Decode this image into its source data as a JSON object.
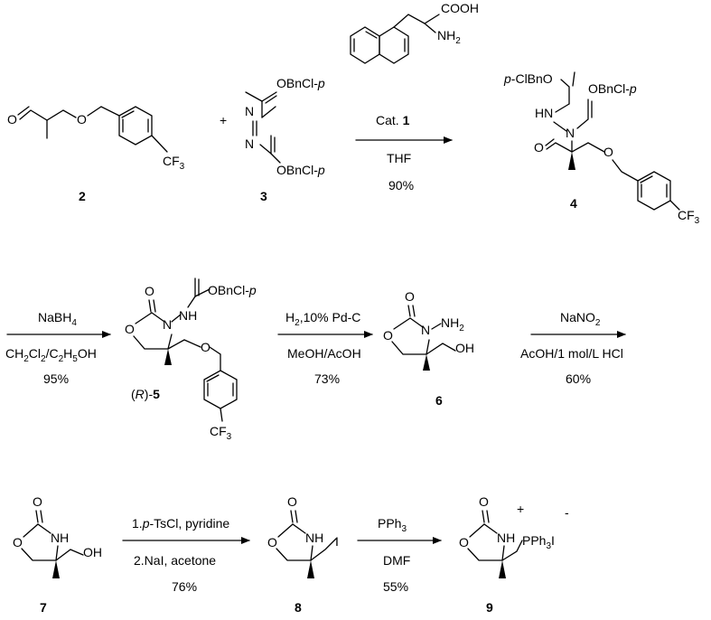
{
  "scheme": {
    "row1": {
      "compound_2": {
        "label_O": "O",
        "label_CF3": "CF3",
        "number": "2"
      },
      "plus": "+",
      "compound_3": {
        "group_top": "OBnCl-p",
        "group_bottom": "OBnCl-p",
        "label_N1": "N",
        "label_N2": "N",
        "number": "3"
      },
      "catalyst": {
        "cooh": "COOH",
        "nh2": "NH2"
      },
      "arrow1": {
        "above": "Cat. 1",
        "below_solvent": "THF",
        "yield": "90%"
      },
      "compound_4": {
        "group_left": "p-ClBnO",
        "group_right": "OBnCl-p",
        "label_HN": "HN",
        "label_N": "N",
        "label_O_ald": "O",
        "label_O_ether": "O",
        "label_CF3": "CF3",
        "number": "4"
      }
    },
    "row2": {
      "arrow2": {
        "reagent": "NaBH4",
        "solvent": "CH2Cl2/C2H5OH",
        "yield": "95%"
      },
      "compound_5": {
        "group": "OBnCl-p",
        "label_NH": "NH",
        "label_N": "N",
        "label_O_ring": "O",
        "label_O_carbonyl": "O",
        "label_O_ether": "O",
        "label_CF3": "CF3",
        "number": "(R)-5"
      },
      "arrow3": {
        "reagent": "H2,10% Pd-C",
        "solvent": "MeOH/AcOH",
        "yield": "73%"
      },
      "compound_6": {
        "label_N": "N",
        "label_NH2": "NH2",
        "label_O_ring": "O",
        "label_O_carbonyl": "O",
        "label_OH": "OH",
        "number": "6"
      },
      "arrow4": {
        "reagent": "NaNO2",
        "solvent": "AcOH/1 mol/L HCl",
        "yield": "60%"
      }
    },
    "row3": {
      "compound_7": {
        "label_NH": "NH",
        "label_O_ring": "O",
        "label_O_carbonyl": "O",
        "label_OH": "OH",
        "number": "7"
      },
      "arrow5": {
        "step1": "1.p-TsCl, pyridine",
        "step2": "2.NaI, acetone",
        "yield": "76%"
      },
      "compound_8": {
        "label_NH": "NH",
        "label_O_ring": "O",
        "label_O_carbonyl": "O",
        "label_I": "I",
        "number": "8"
      },
      "arrow6": {
        "reagent": "PPh3",
        "solvent": "DMF",
        "yield": "55%"
      },
      "compound_9": {
        "label_NH": "NH",
        "label_O_ring": "O",
        "label_O_carbonyl": "O",
        "label_P": "PPh3I",
        "charge_plus": "+",
        "charge_minus": "-",
        "number": "9"
      }
    }
  }
}
